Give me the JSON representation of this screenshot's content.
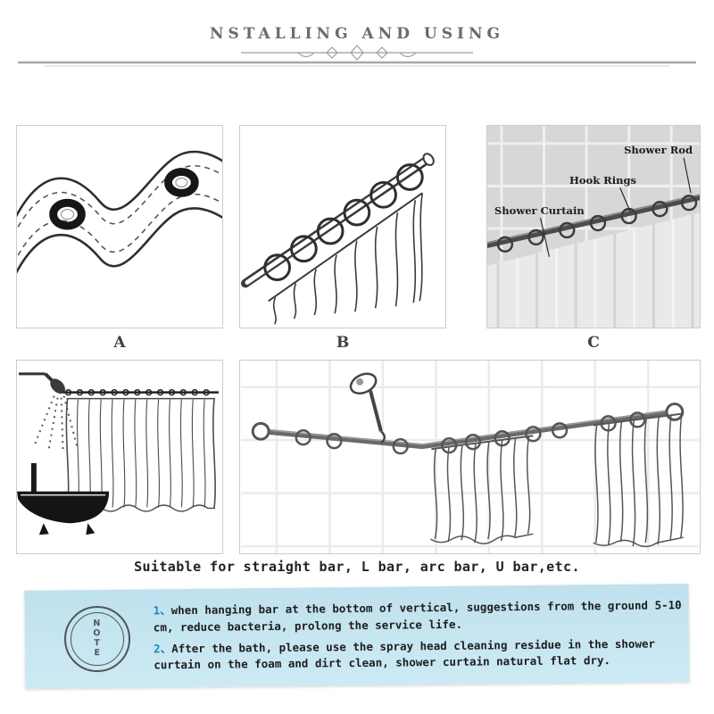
{
  "title": "NSTALLING AND USING",
  "panels": {
    "labels": {
      "a": "A",
      "b": "B",
      "c": "C"
    },
    "c_annotations": {
      "shower_rod": "Shower Rod",
      "hook_rings": "Hook Rings",
      "shower_curtain": "Shower Curtain"
    }
  },
  "suitable_text": "Suitable for straight bar, L bar, arc bar, U bar,etc.",
  "note": {
    "stamp_letters": [
      "N",
      "O",
      "T",
      "E"
    ],
    "items": [
      {
        "num": "1、",
        "text": "when hanging bar at the bottom of vertical, suggestions from the ground 5-10 cm, reduce bacteria, prolong the service life."
      },
      {
        "num": "2、",
        "text": "After the bath, please use the spray head cleaning residue in the shower curtain on the foam and dirt clean, shower curtain natural flat dry."
      }
    ],
    "accent_color": "#1a86b8",
    "background_color": "#c6e6f1"
  },
  "colors": {
    "title": "#6b6b6b",
    "panel_border": "#cccccc"
  }
}
